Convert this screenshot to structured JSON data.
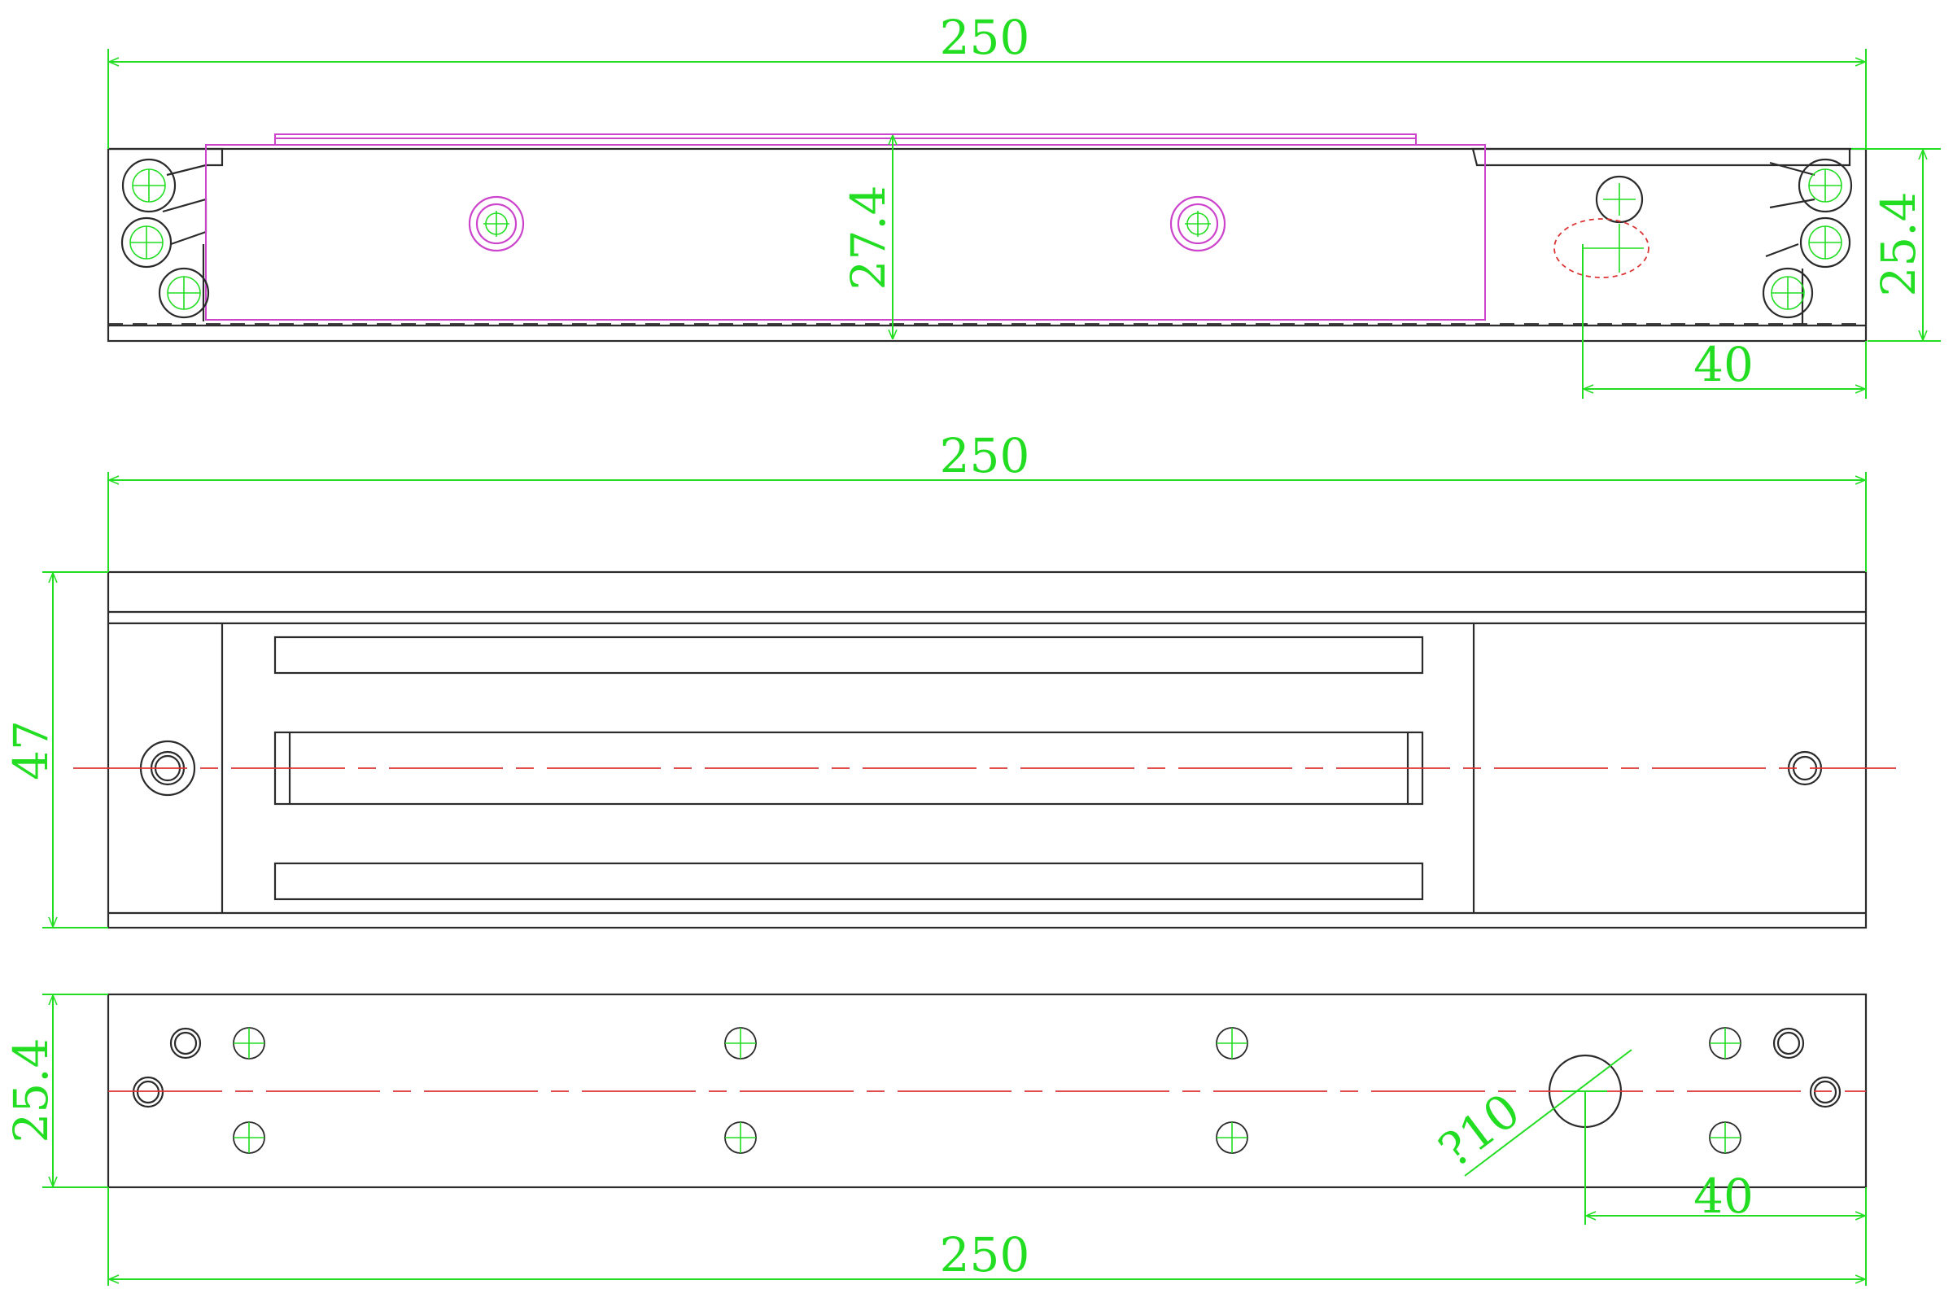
{
  "colors": {
    "outline": "#2b2b2b",
    "dimension": "#22dd22",
    "magenta": "#cc44cc",
    "centerline": "#dd3333",
    "background": "#ffffff"
  },
  "top_view": {
    "overall_width": "250",
    "magnet_height": "27.4",
    "plate_height": "25.4",
    "cable_offset": "40"
  },
  "front_view": {
    "overall_width": "250",
    "height": "47"
  },
  "bottom_view": {
    "overall_width": "250",
    "height": "25.4",
    "hole_diameter": "?10",
    "hole_offset": "40"
  }
}
